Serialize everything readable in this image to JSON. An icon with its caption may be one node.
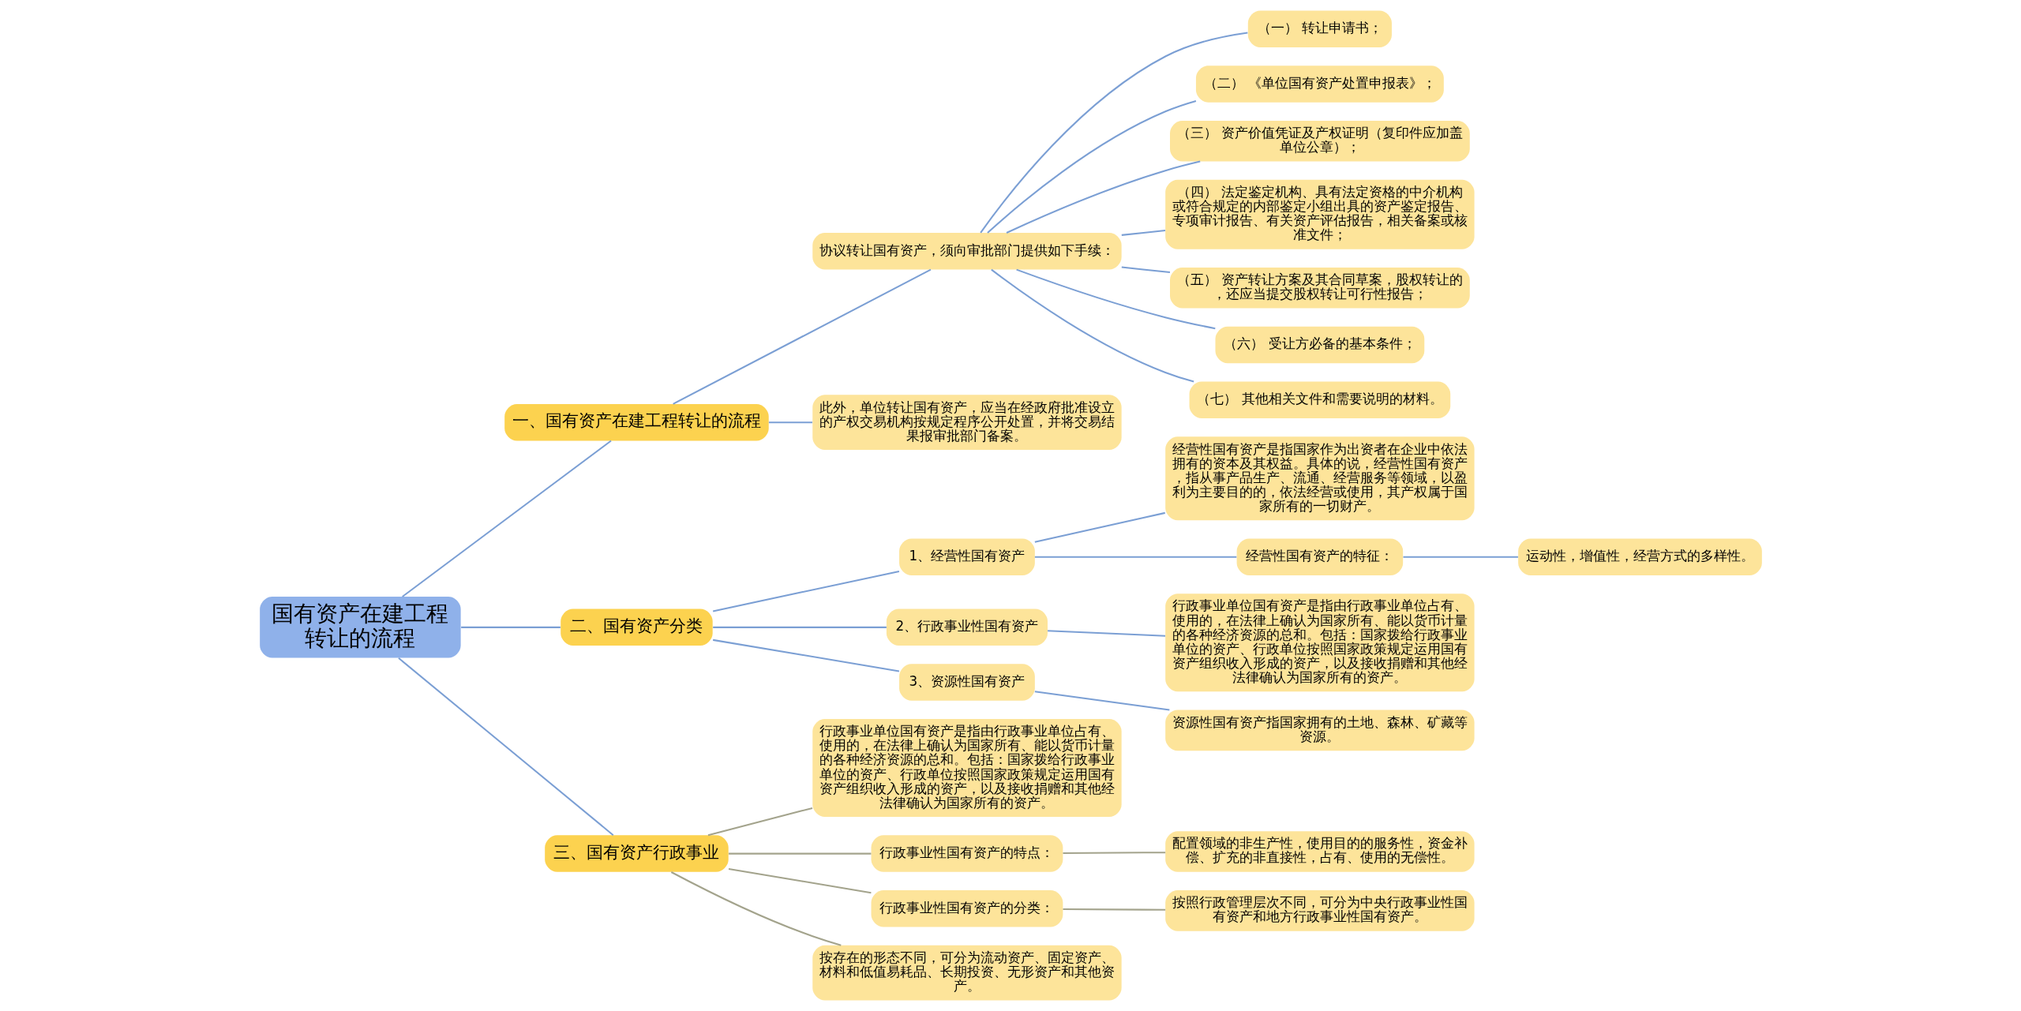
{
  "diagram": {
    "nodes": [
      {
        "text": [
          "国有资产在建工程转让的流程"
        ]
      },
      {
        "text": [
          "一、国有资产在建工程转让的流程"
        ]
      },
      {
        "text": [
          "协议转让国有资产，须向审批部门提供如下手续："
        ]
      },
      {
        "text": [
          "（一） 转让申请书；"
        ]
      },
      {
        "text": [
          "（二） 《单位国有资产处置申报表》；"
        ]
      },
      {
        "text": [
          "（三） 资产价值凭证及产权证明（复印件应加盖单位公章）；"
        ]
      },
      {
        "text": [
          "（四） 法定鉴定机构、具有法定资格的中介机构或符合规定的内部鉴定小组出具的资产鉴定报告、专项审计报告、有关资产评估报告，相关备案或核准文件；"
        ]
      },
      {
        "text": [
          "（五） 资产转让方案及其合同草案，股权转让的，还应当提交股权转让可行性报告；"
        ]
      },
      {
        "text": [
          "（六） 受让方必备的基本条件；"
        ]
      },
      {
        "text": [
          "（七） 其他相关文件和需要说明的材料。"
        ]
      },
      {
        "text": [
          "此外，单位转让国有资产，应当在经政府批准设立的产权交易机构按规定程序公开处置，并将交易结果报审批部门备案。"
        ]
      },
      {
        "text": [
          "二、国有资产分类"
        ]
      },
      {
        "text": [
          "1、经营性国有资产"
        ]
      },
      {
        "text": [
          "经营性国有资产是指国家作为出资者在企业中依法拥有的资本及其权益。具体的说，经营性国有资产，指从事产品生产、流通、经营服务等领域，以盈利为主要目的的，依法经营或使用，其产权属于国家所有的一切财产。"
        ]
      },
      {
        "text": [
          "经营性国有资产的特征："
        ]
      },
      {
        "text": [
          "运动性，增值性，经营方式的多样性。"
        ]
      },
      {
        "text": [
          "2、行政事业性国有资产"
        ]
      },
      {
        "text": [
          "行政事业单位国有资产是指由行政事业单位占有、使用的，在法律上确认为国家所有、能以货币计量的各种经济资源的总和。包括：国家拨给行政事业单位的资产、行政单位按照国家政策规定运用国有资产组织收入形成的资产，以及接收捐赠和其他经法律确认为国家所有的资产。"
        ]
      },
      {
        "text": [
          "3、资源性国有资产"
        ]
      },
      {
        "text": [
          "资源性国有资产指国家拥有的土地、森林、矿藏等资源。"
        ]
      },
      {
        "text": [
          "三、国有资产行政事业"
        ]
      },
      {
        "text": [
          "行政事业单位国有资产是指由行政事业单位占有、使用的，在法律上确认为国家所有、能以货币计量的各种经济资源的总和。包括：国家拨给行政事业单位的资产、行政单位按照国家政策规定运用国有资产组织收入形成的资产，以及接收捐赠和其他经法律确认为国家所有的资产。"
        ]
      },
      {
        "text": [
          "行政事业性国有资产的特点："
        ]
      },
      {
        "text": [
          "配置领域的非生产性，使用目的的服务性，资金补偿、扩充的非直接性，占有、使用的无偿性。"
        ]
      },
      {
        "text": [
          "行政事业性国有资产的分类："
        ]
      },
      {
        "text": [
          "按照行政管理层次不同，可分为中央行政事业性国有资产和地方行政事业性国有资产。"
        ]
      },
      {
        "text": [
          "按存在的形态不同，可分为流动资产、固定资产、材料和低值易耗品、长期投资、无形资产和其他资产。"
        ]
      }
    ],
    "edges": [
      {
        "from": 0,
        "to": 1,
        "arrow": "none"
      },
      {
        "from": 1,
        "to": 2,
        "arrow": "none"
      },
      {
        "from": 2,
        "to": 3,
        "arrow": "none"
      },
      {
        "from": 2,
        "to": 4,
        "arrow": "none"
      },
      {
        "from": 2,
        "to": 5,
        "arrow": "none"
      },
      {
        "from": 2,
        "to": 6,
        "arrow": "none"
      },
      {
        "from": 2,
        "to": 7,
        "arrow": "none"
      },
      {
        "from": 2,
        "to": 8,
        "arrow": "none"
      },
      {
        "from": 2,
        "to": 9,
        "arrow": "none"
      },
      {
        "from": 1,
        "to": 10,
        "arrow": "none"
      },
      {
        "from": 0,
        "to": 11,
        "arrow": "none"
      },
      {
        "from": 11,
        "to": 12,
        "arrow": "none"
      },
      {
        "from": 12,
        "to": 13,
        "arrow": "none"
      },
      {
        "from": 12,
        "to": 14,
        "arrow": "none"
      },
      {
        "from": 14,
        "to": 15,
        "arrow": "none"
      },
      {
        "from": 11,
        "to": 16,
        "arrow": "none"
      },
      {
        "from": 16,
        "to": 17,
        "arrow": "none"
      },
      {
        "from": 11,
        "to": 18,
        "arrow": "none"
      },
      {
        "from": 18,
        "to": 19,
        "arrow": "none"
      },
      {
        "from": 0,
        "to": 20,
        "arrow": "none"
      },
      {
        "from": 20,
        "to": 21,
        "arrow": "none",
        "color": "#a3a38c"
      },
      {
        "from": 20,
        "to": 22,
        "arrow": "none",
        "color": "#a3a38c"
      },
      {
        "from": 22,
        "to": 23,
        "arrow": "none",
        "color": "#a3a38c"
      },
      {
        "from": 20,
        "to": 24,
        "arrow": "none",
        "color": "#a3a38c"
      },
      {
        "from": 24,
        "to": 25,
        "arrow": "none",
        "color": "#a3a38c"
      },
      {
        "from": 20,
        "to": 26,
        "arrow": "none",
        "color": "#a3a38c"
      }
    ]
  }
}
